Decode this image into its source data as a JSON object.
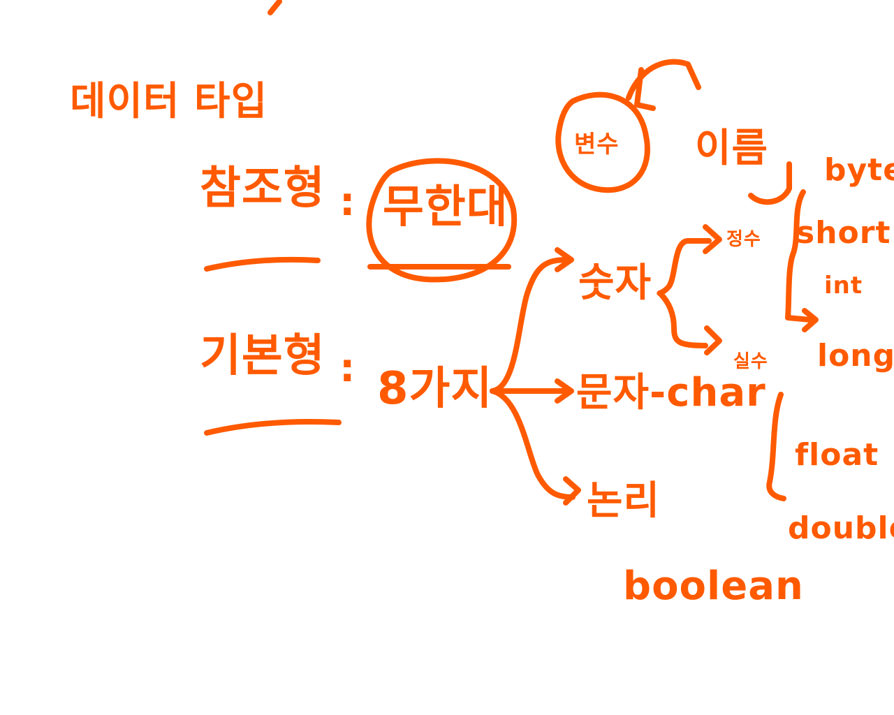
{
  "title": "데이터 타입",
  "reference_type": {
    "label": "참조형",
    "colon": ":",
    "value": "무한대"
  },
  "primitive_type": {
    "label": "기본형",
    "colon": ":",
    "value": "8가지"
  },
  "variable_circle": "변수",
  "variable_name": "이름",
  "categories": {
    "number": "숫자",
    "character": "문자-char",
    "logic": "논리",
    "logic_en": "boolean"
  },
  "number_groups": {
    "integer": "정수",
    "real": "실수"
  },
  "integer_types": [
    "byte",
    "short",
    "int",
    "long"
  ],
  "real_types": [
    "float",
    "double"
  ],
  "ink_color": "#ff5a00"
}
